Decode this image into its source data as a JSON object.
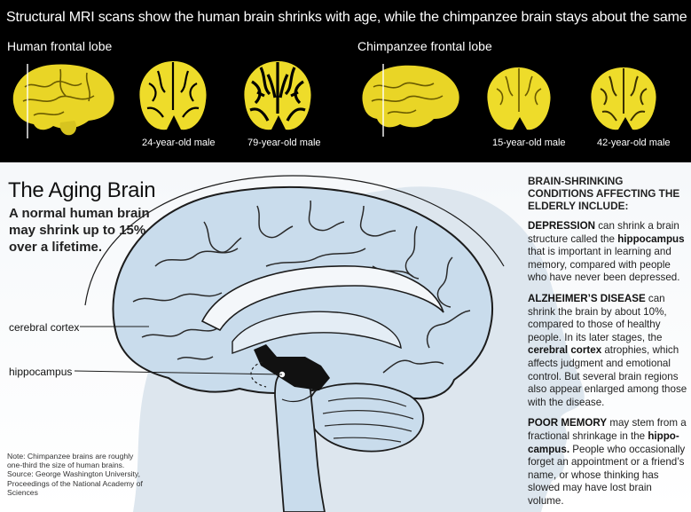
{
  "banner": {
    "title": "Structural MRI scans show the human brain shrinks with age, while the chimpanzee brain stays about the same size.",
    "human_label": "Human frontal lobe",
    "chimp_label": "Chimpanzee frontal lobe",
    "captions": [
      "24-year-old male",
      "79-year-old male",
      "15-year-old male",
      "42-year-old male"
    ]
  },
  "main": {
    "title": "The Aging Brain",
    "subtitle": "A normal human brain may shrink up to 15% over a lifetime.",
    "labels": {
      "cortex": "cerebral cortex",
      "hippocampus": "hippocampus"
    },
    "note": "Note: Chimpanzee brains are roughly one-third the size of human brains. Source: George Washington University, Proceedings of the National Academy of Sciences"
  },
  "sidebar": {
    "heading": "BRAIN-SHRINKING CONDITIONS AFFECTING THE ELDERLY INCLUDE:",
    "depression": {
      "term": "DEPRESSION",
      "t1": " can shrink a brain structure called the ",
      "hl": "hippocampus",
      "t2": " that is important in learning and memory, compared with people who have never been depressed."
    },
    "alzheimers": {
      "term": "ALZHEIMER’S DISEASE",
      "t1": " can shrink the brain by about 10%, compared to those of healthy people. In its later stages, the ",
      "hl": "cerebral cortex",
      "t2": " atrophies, which affects judgment and emotional control. But several brain regions also appear enlarged among those with the disease."
    },
    "memory": {
      "term": "POOR MEMORY",
      "t1": " may stem from a fractional shrinkage in the ",
      "hl": "hippo-campus.",
      "t2": " People who occasionally forget an appointment or a friend’s name, or whose thinking has slowed may have lost brain volume."
    }
  },
  "colors": {
    "banner_bg": "#000000",
    "scan_yellow": "#f2e22b",
    "brain_fill": "#c9dcec",
    "brain_outline": "#1c1c1c",
    "head_silhouette": "#dde6ee"
  }
}
